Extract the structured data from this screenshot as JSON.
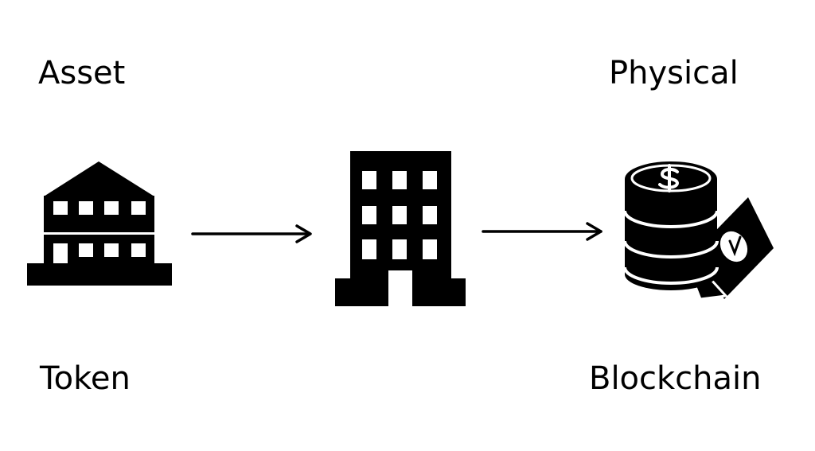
{
  "labels": {
    "top_left": "Asset",
    "top_right": "Physical",
    "bottom_left": "Token",
    "bottom_right": "Blockchain"
  },
  "icons": {
    "left": "house-icon",
    "center": "office-building-icon",
    "right": "coin-stack-icon",
    "right_secondary": "banknote-icon"
  },
  "arrows": [
    "arrow-right",
    "arrow-right"
  ],
  "colors": {
    "ink": "#000000",
    "background": "#ffffff"
  }
}
